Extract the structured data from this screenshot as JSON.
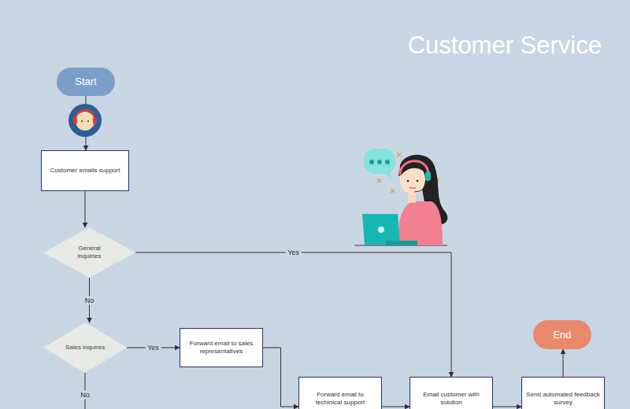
{
  "diagram": {
    "title": "Customer Service",
    "nodes": [
      {
        "text": [
          "Start"
        ]
      },
      {
        "text": [
          "Customer emails support"
        ]
      },
      {
        "text": [
          "General inquiries"
        ]
      },
      {
        "text": [
          "Sales inquires"
        ]
      },
      {
        "text": [
          "Forward email to sales representatives"
        ]
      },
      {
        "text": [
          "Forward email to techinical support"
        ]
      },
      {
        "text": [
          "Email customer with solution"
        ]
      },
      {
        "text": [
          "Send automated feedback survey"
        ]
      },
      {
        "text": [
          "End"
        ]
      }
    ],
    "edges": [
      {
        "from": 0,
        "to": 1,
        "arrow": "to"
      },
      {
        "from": 1,
        "to": 2,
        "arrow": "to"
      },
      {
        "from": 2,
        "to": 6,
        "label": "Yes",
        "arrow": "to"
      },
      {
        "from": 2,
        "to": 3,
        "label": "No",
        "arrow": "to"
      },
      {
        "from": 3,
        "to": 4,
        "label": "Yes",
        "arrow": "to"
      },
      {
        "from": 4,
        "to": 5,
        "arrow": "to"
      },
      {
        "from": 5,
        "to": 6,
        "arrow": "to"
      },
      {
        "from": 6,
        "to": 7,
        "arrow": "to"
      },
      {
        "from": 7,
        "to": 8,
        "arrow": "to"
      }
    ],
    "labels": [
      "No"
    ]
  }
}
